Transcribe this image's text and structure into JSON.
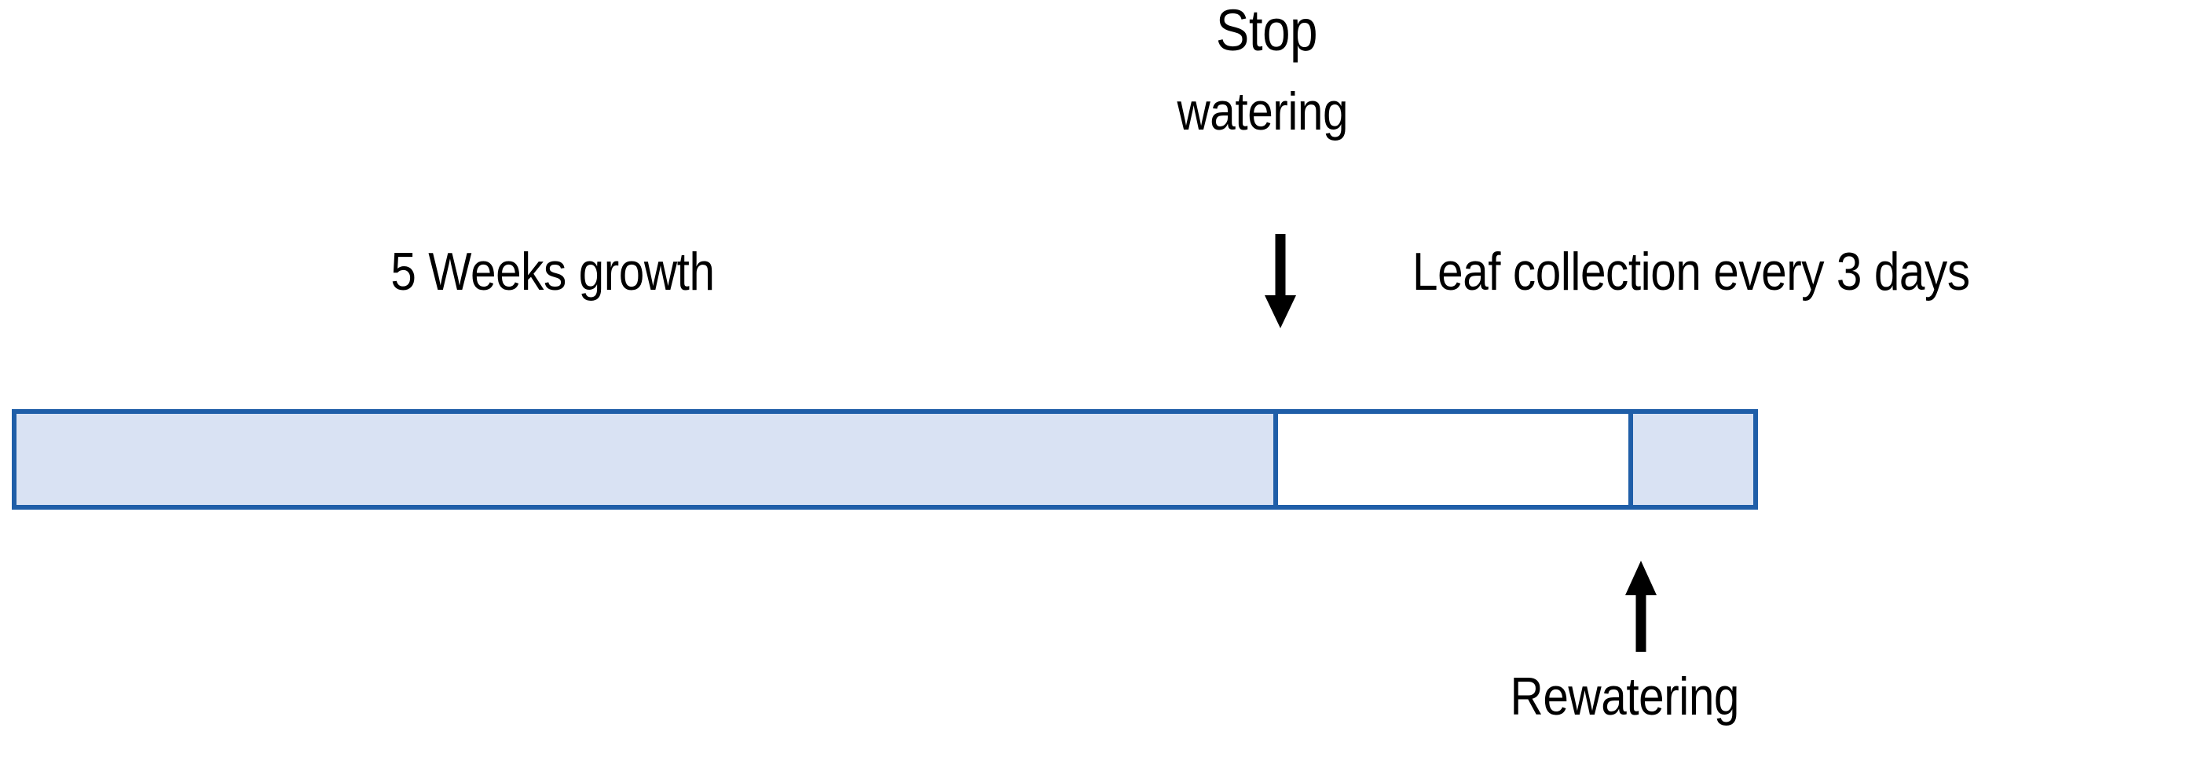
{
  "figure": {
    "type": "experimental-timeline-diagram",
    "background_color": "#FFFFFF",
    "accent_fill": "#D9E2F3",
    "accent_border": "#1F5EA8",
    "text_color": "#000000"
  },
  "labels": {
    "growth": "5 Weeks growth",
    "stop_line1": "Stop",
    "stop_line2": "watering",
    "collection": "Leaf collection every 3 days",
    "rewatering": "Rewatering"
  },
  "timeline": {
    "segments": [
      {
        "name": "growth-phase",
        "label": "5 Weeks growth",
        "filled": true
      },
      {
        "name": "drought-phase",
        "label": "",
        "filled": false
      },
      {
        "name": "recovery-phase",
        "label": "",
        "filled": true
      }
    ]
  },
  "markers": [
    {
      "name": "stop-watering",
      "label": "Stop watering",
      "direction": "down"
    },
    {
      "name": "rewatering",
      "label": "Rewatering",
      "direction": "up"
    }
  ],
  "icons": {
    "down_arrow": "arrow-down-icon",
    "up_arrow": "arrow-up-icon"
  }
}
